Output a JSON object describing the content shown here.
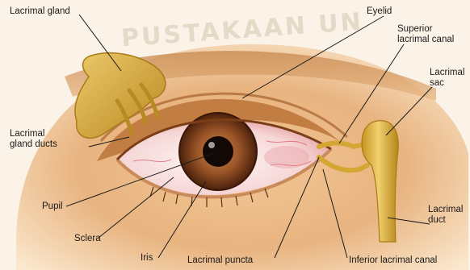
{
  "watermark": "PUSTAKAAN UN",
  "labels": {
    "lacrimal_gland": "Lacrimal gland",
    "eyelid": "Eyelid",
    "superior_lacrimal_canal": "Superior\nlacrimal canal",
    "lacrimal_sac": "Lacrimal\nsac",
    "lacrimal_gland_ducts": "Lacrimal\ngland ducts",
    "pupil": "Pupil",
    "sclera": "Sclera",
    "iris": "Iris",
    "lacrimal_puncta": "Lacrimal puncta",
    "inferior_lacrimal_canal": "Inferior lacrimal canal",
    "lacrimal_duct": "Lacrimal\nduct"
  },
  "colors": {
    "skin_light": "#f6d6a8",
    "skin_mid": "#e4a96a",
    "skin_dark": "#b8733b",
    "gland": "#d9ad3c",
    "gland_dark": "#a97b18",
    "sclera": "#f9eaea",
    "vessel": "#d9566a",
    "iris_outer": "#5c2f16",
    "iris_inner": "#b8703a",
    "pupil": "#120806"
  }
}
